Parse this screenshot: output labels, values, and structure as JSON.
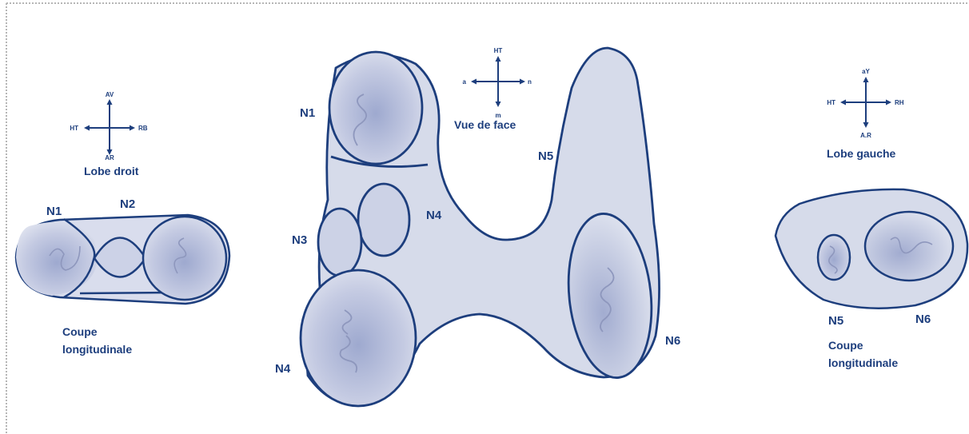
{
  "colors": {
    "stroke": "#1d3e7d",
    "fill": "#d6dbea",
    "shade": "#9ea9cf",
    "border": "#b6b6b6"
  },
  "left": {
    "compass": {
      "up": "AV",
      "down": "AR",
      "left": "HT",
      "right": "RB"
    },
    "title": "Lobe droit",
    "nodes": {
      "n1": "N1",
      "n2": "N2"
    },
    "caption": {
      "line1": "Coupe",
      "line2": "longitudinale"
    }
  },
  "center": {
    "compass": {
      "up": "HT",
      "down": "m",
      "left": "a",
      "right": "n"
    },
    "title": "Vue de face",
    "nodes": {
      "n1": "N1",
      "n3": "N3",
      "n4a": "N4",
      "n4b": "N4",
      "n5": "N5",
      "n6": "N6"
    }
  },
  "right": {
    "compass": {
      "up": "aY",
      "down": "A.R",
      "left": "HT",
      "right": "RH"
    },
    "title": "Lobe gauche",
    "nodes": {
      "n5": "N5",
      "n6": "N6"
    },
    "caption": {
      "line1": "Coupe",
      "line2": "longitudinale"
    }
  }
}
